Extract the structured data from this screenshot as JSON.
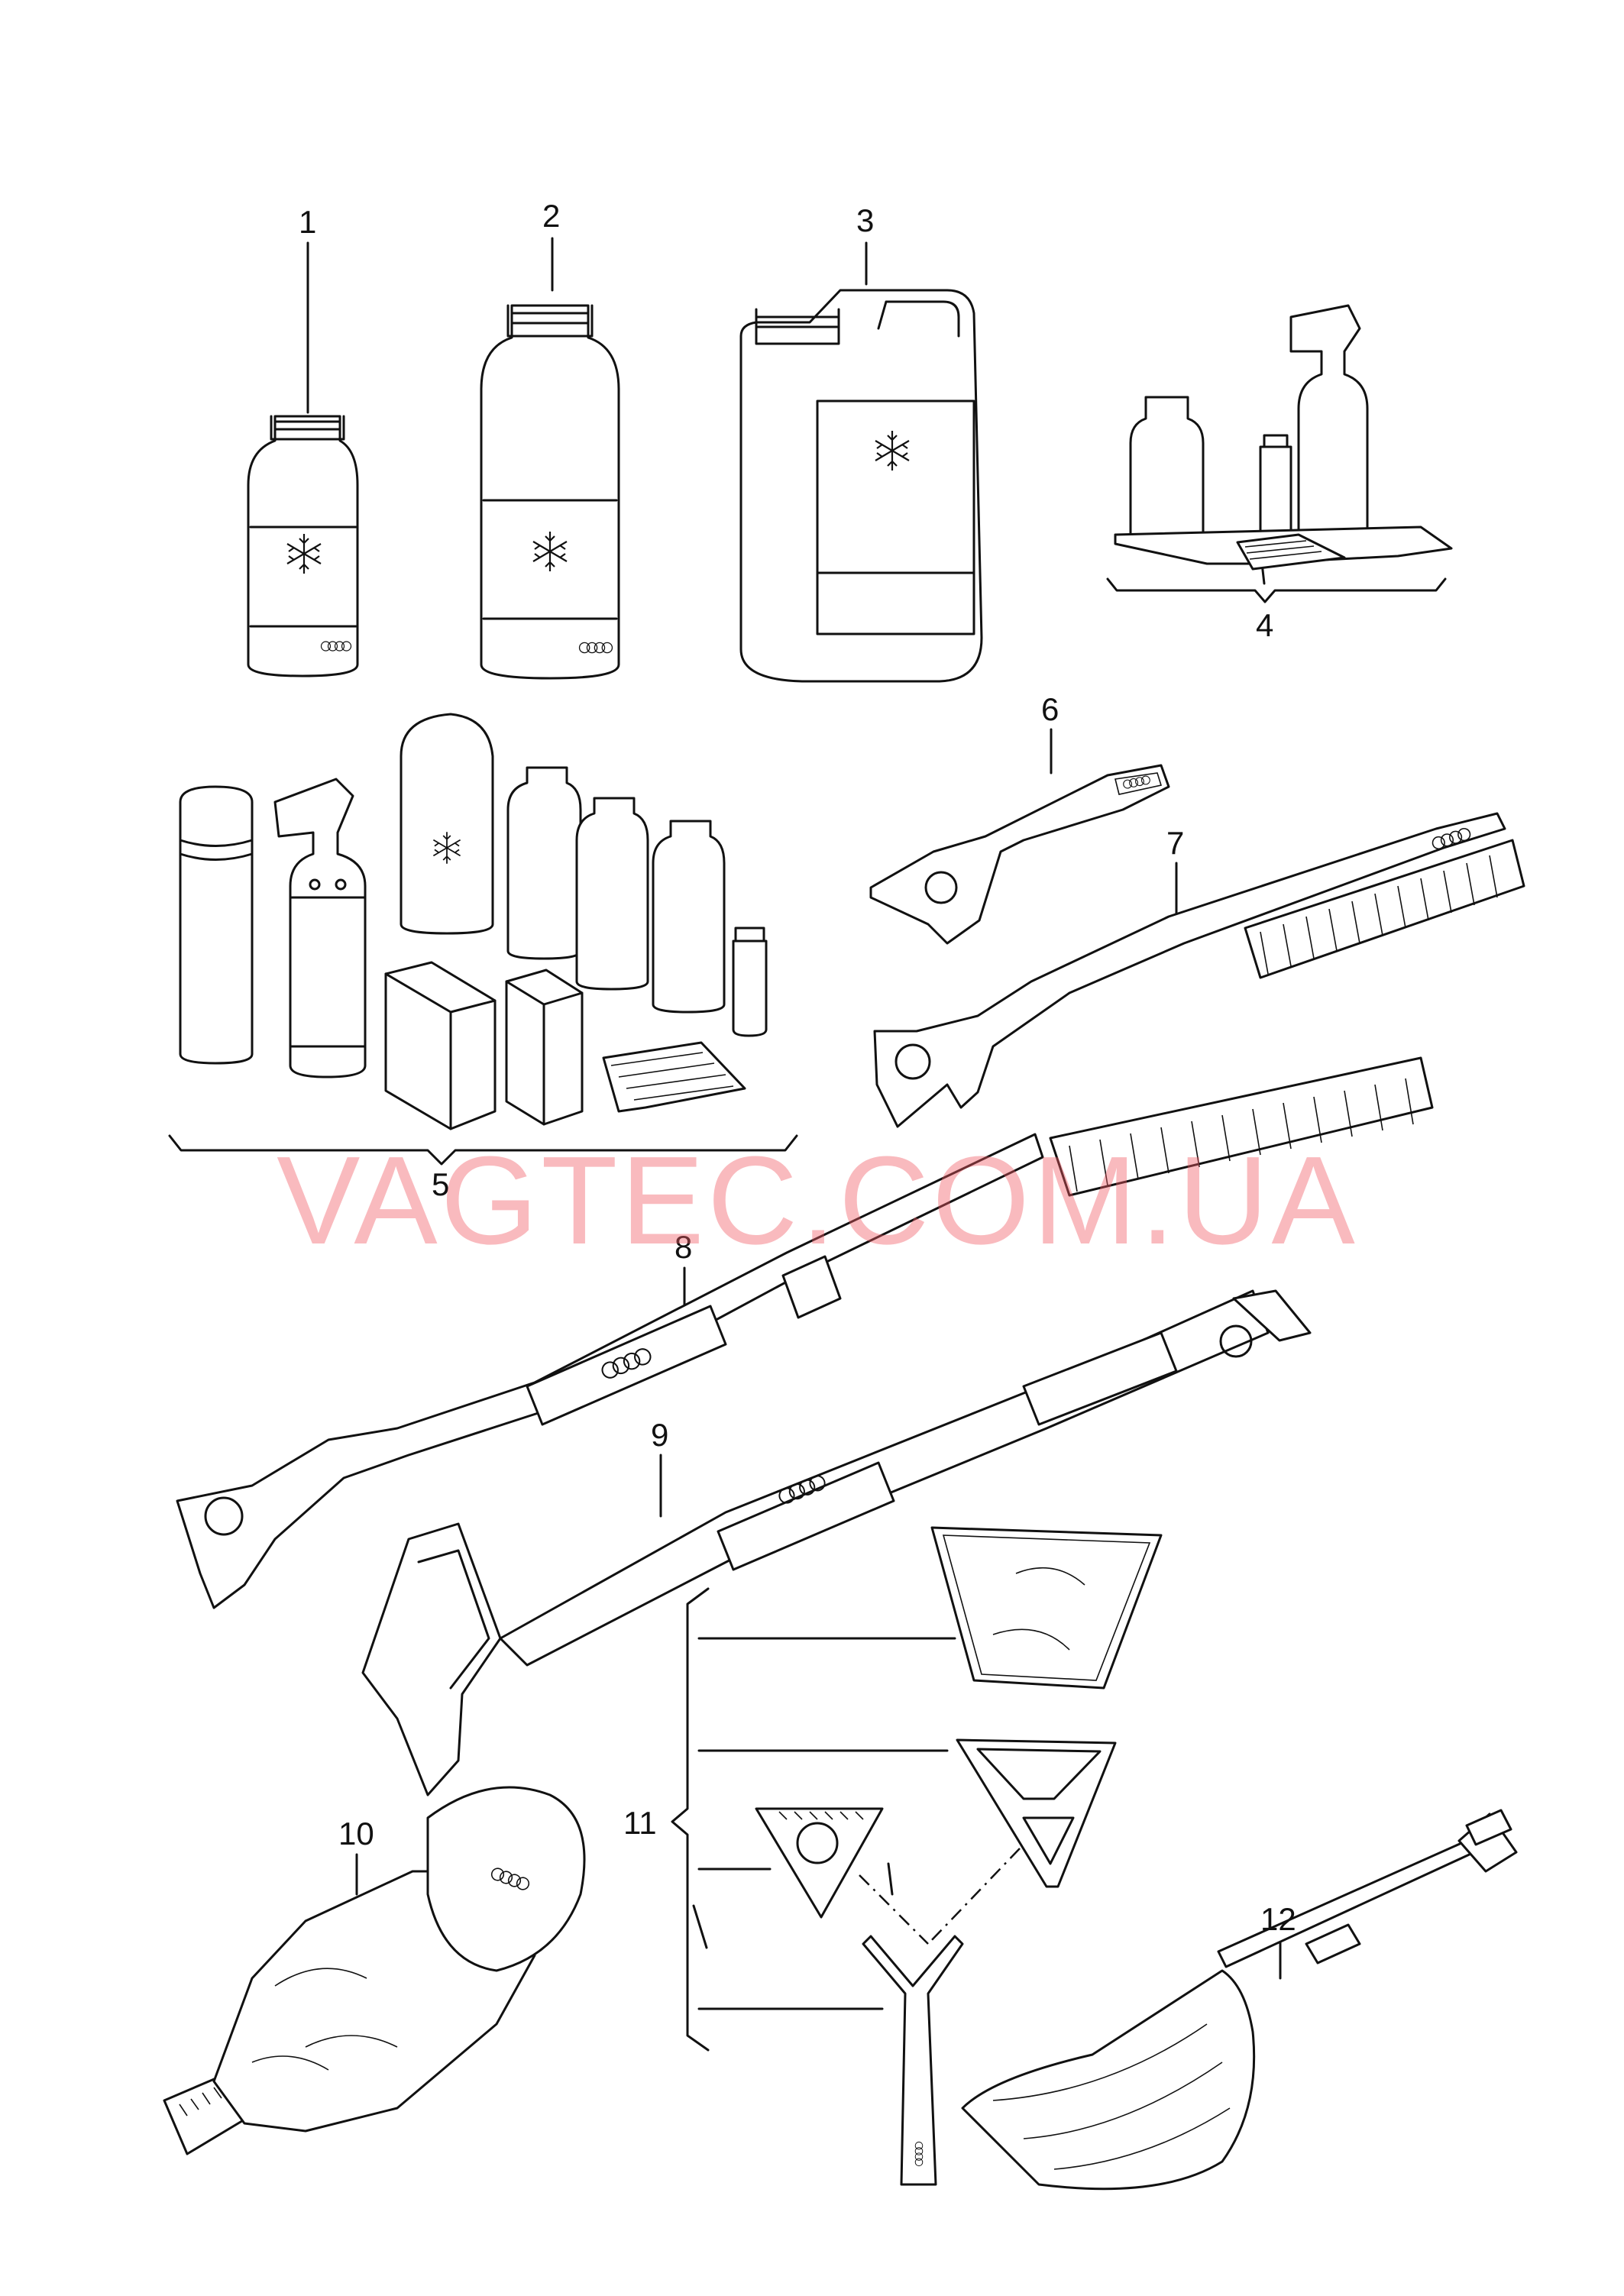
{
  "callouts": {
    "c1": "1",
    "c2": "2",
    "c3": "3",
    "c4": "4",
    "c5": "5",
    "c6": "6",
    "c7": "7",
    "c8": "8",
    "c9": "9",
    "c10": "10",
    "c11": "11",
    "c12": "12"
  },
  "watermark": "VAGTEC.COM.UA",
  "colors": {
    "line": "#111111",
    "background": "#ffffff",
    "watermark": "#f05a64"
  },
  "icons": [
    "snowflake-icon",
    "four-rings-logo-icon"
  ]
}
